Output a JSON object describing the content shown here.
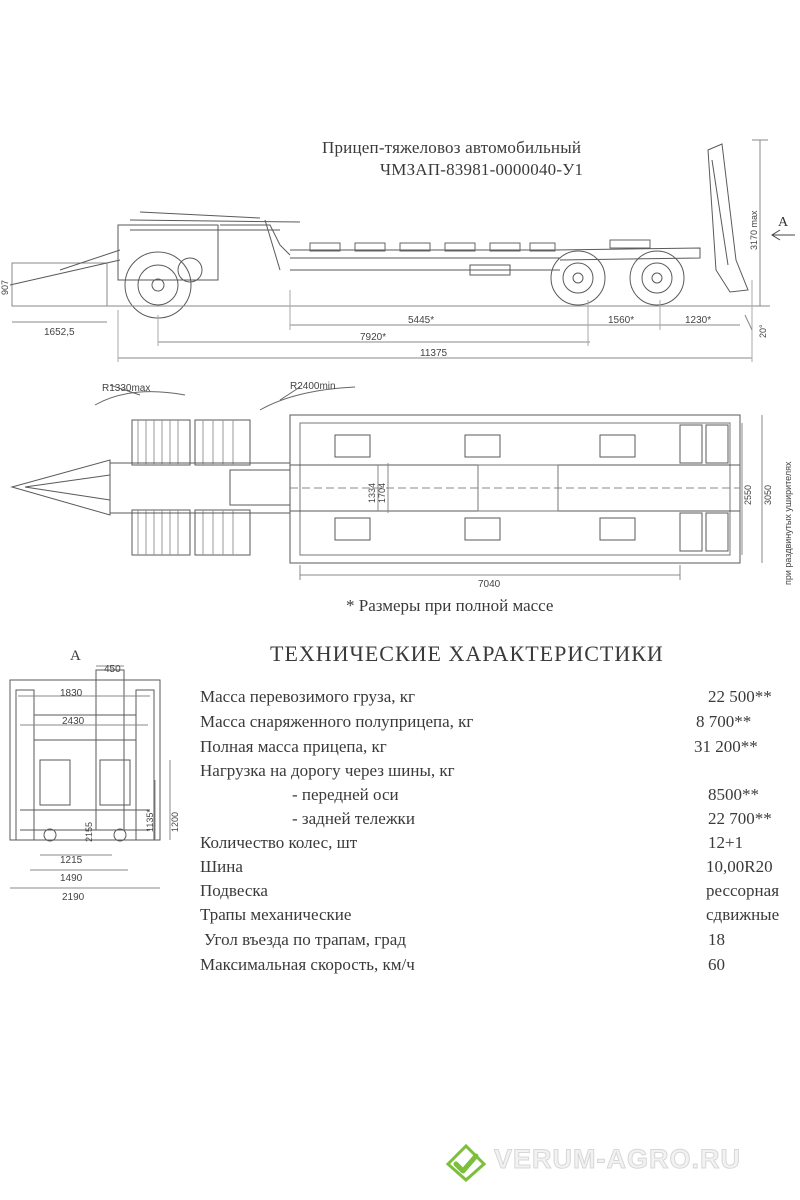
{
  "title": {
    "line1": "Прицеп-тяжеловоз автомобильный",
    "line2": "ЧМЗАП-83981-0000040-У1"
  },
  "side_view": {
    "dims": {
      "d1652": "1652,5",
      "d5445": "5445*",
      "d1560": "1560*",
      "d1230": "1230*",
      "d7920": "7920*",
      "d11375": "11375",
      "d3170": "3170 max",
      "d20": "20°",
      "left_small": "907",
      "view_mark": "А"
    }
  },
  "top_view": {
    "dims": {
      "r1330": "R1330max",
      "r2400": "R2400min",
      "d1334": "1334",
      "d1704": "1704",
      "d2550": "2550",
      "d3050": "3050",
      "d7040": "7040",
      "vertical_note": "при раздвинутых уширителях"
    }
  },
  "footnote": "* Размеры при полной массе",
  "rear_view": {
    "view_mark": "А",
    "dims": {
      "d450": "450",
      "d1830": "1830",
      "d2430": "2430",
      "d1135": "1135*",
      "d1200": "1200",
      "d2155": "2155",
      "d1215": "1215",
      "d1490": "1490",
      "d2190": "2190"
    }
  },
  "specs": {
    "heading": "ТЕХНИЧЕСКИЕ ХАРАКТЕРИСТИКИ",
    "rows": [
      {
        "label": "Масса перевозимого груза, кг",
        "value": "22 500**"
      },
      {
        "label": "Масса снаряженного полуприцепа, кг",
        "value": "8 700**"
      },
      {
        "label": "Полная масса прицепа, кг",
        "value": "31 200**"
      },
      {
        "label": "Нагрузка на дорогу через шины, кг",
        "value": ""
      },
      {
        "label": "- передней оси",
        "value": "8500**"
      },
      {
        "label": "- задней тележки",
        "value": "22 700**"
      },
      {
        "label": "Количество колес, шт",
        "value": "12+1"
      },
      {
        "label": "Шина",
        "value": "10,00R20"
      },
      {
        "label": "Подвеска",
        "value": "рессорная"
      },
      {
        "label": "Трапы механические",
        "value": "сдвижные"
      },
      {
        "label": "Угол въезда по трапам, град",
        "value": "18"
      },
      {
        "label": "Максимальная скорость, км/ч",
        "value": "60"
      }
    ]
  },
  "watermark": {
    "text": "VERUM-AGRO.RU",
    "logo_icon": "diamond-check-logo",
    "logo_color": "#7bbf3a"
  }
}
